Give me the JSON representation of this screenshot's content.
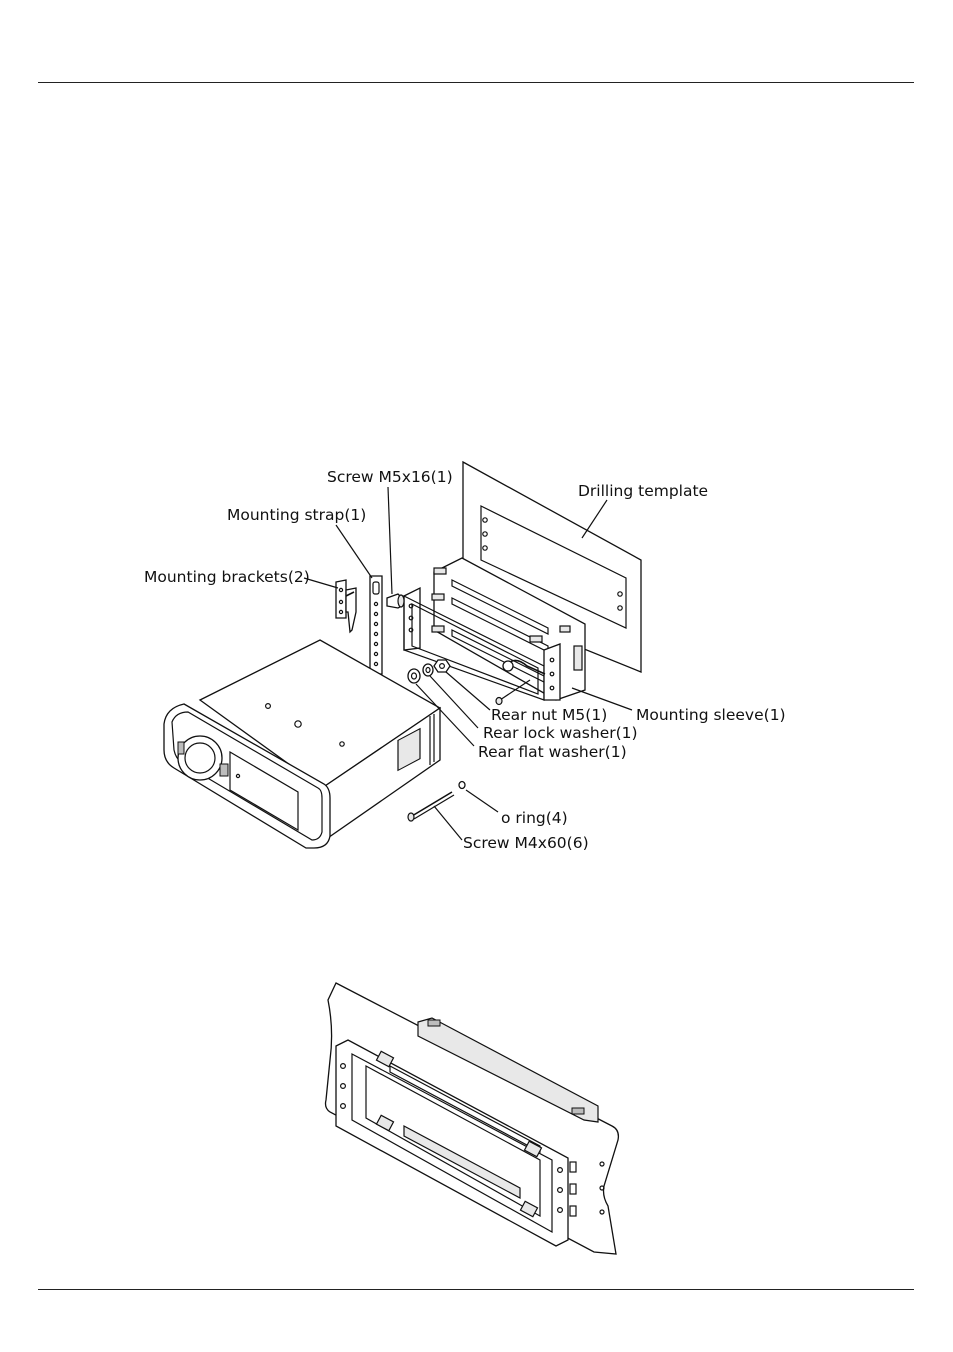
{
  "diagram": {
    "labels": {
      "screw_m5x16": "Screw M5x16(1)",
      "drilling_template": "Drilling template",
      "mounting_strap": "Mounting strap(1)",
      "mounting_brackets": "Mounting brackets(2)",
      "rear_nut": "Rear nut M5(1)",
      "mounting_sleeve": "Mounting sleeve(1)",
      "rear_lock_washer": "Rear lock washer(1)",
      "rear_flat_washer": "Rear flat washer(1)",
      "o_ring": "o ring(4)",
      "screw_m4x60": "Screw M4x60(6)"
    }
  }
}
